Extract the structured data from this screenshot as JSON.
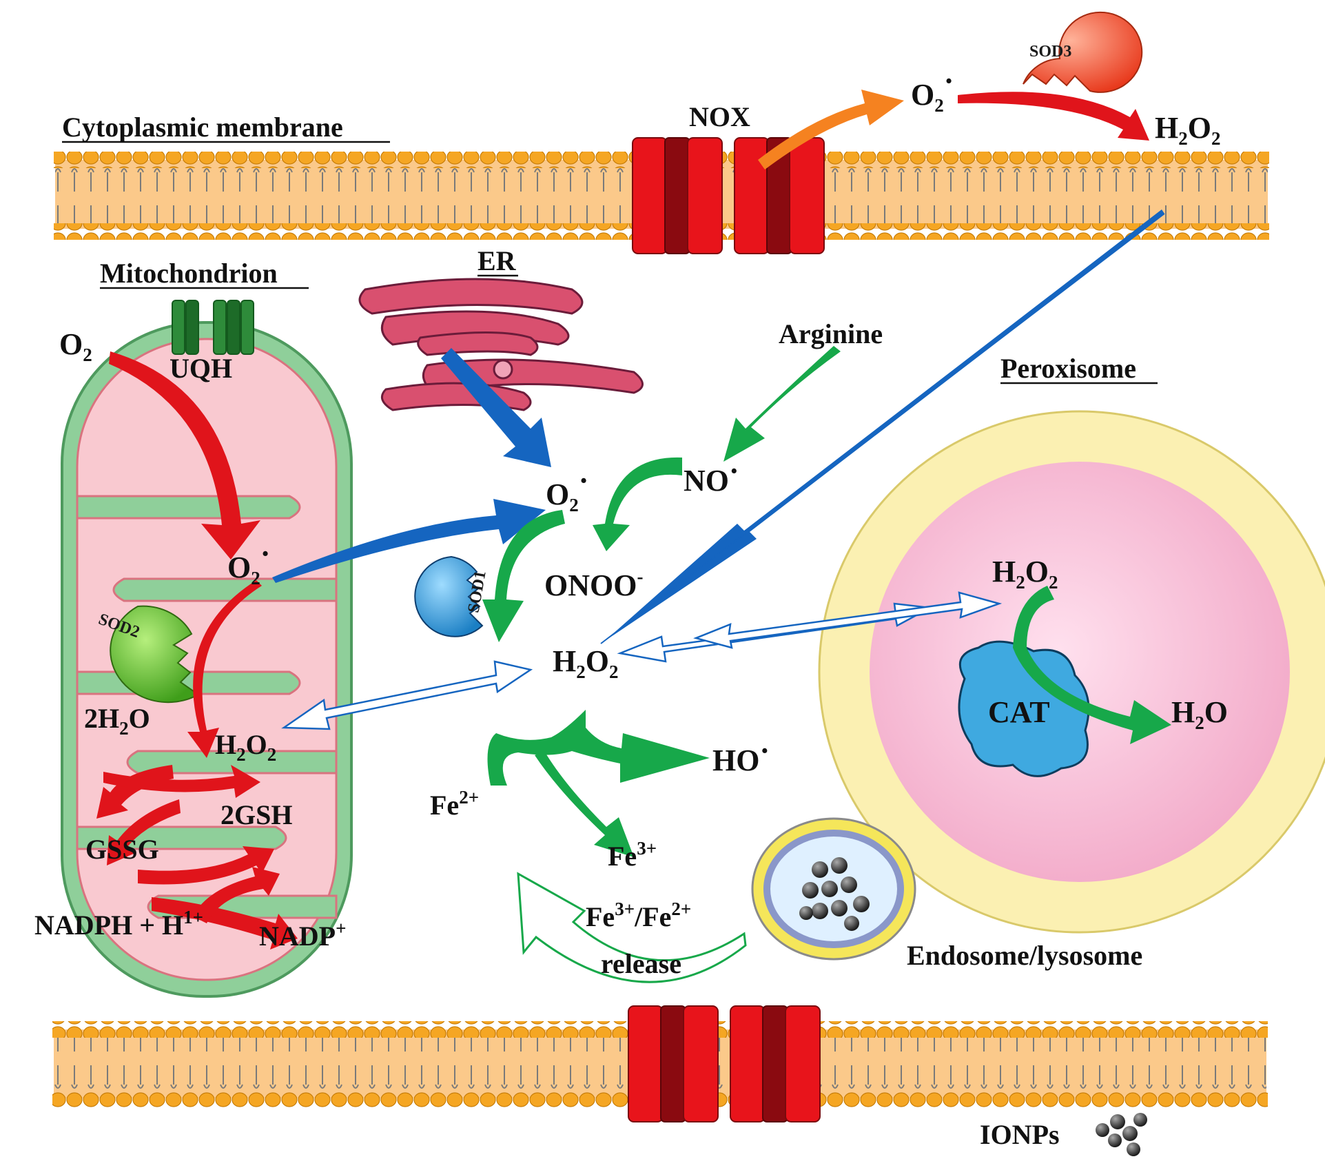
{
  "labels": {
    "cytoplasmic_membrane": "Cytoplasmic membrane",
    "nox": "NOX",
    "sod3": "SOD3",
    "mitochondrion": "Mitochondrion",
    "uqh": "UQH",
    "er": "ER",
    "arginine": "Arginine",
    "peroxisome": "Peroxisome",
    "sod1": "SOD1",
    "sod2": "SOD2",
    "onoo": "ONOO",
    "onoo_sup": "-",
    "no": "NO",
    "cat": "CAT",
    "ho": "HO",
    "fe": "Fe",
    "fe2_sup": "2+",
    "fe3_sup": "3+",
    "fe_release_sup1": "3+",
    "fe_release_slash": "/Fe",
    "fe_release_sup2": "2+",
    "release": "release",
    "endosome": "Endosome/lysosome",
    "ionps": "IONPs",
    "two_h2o": "2H",
    "two_gsh": "2GSH",
    "gssg": "GSSG",
    "nadph": "NADPH + H",
    "nadph_sup": "1+",
    "nadp": "NADP",
    "nadp_sup": "+",
    "o": "O",
    "h": "H",
    "two": "2",
    "radical_dot": "·"
  },
  "colors": {
    "membrane_fill": "#fbc98a",
    "lipid_head": "#f5a623",
    "channel_red": "#e8141b",
    "channel_dark": "#8a0a10",
    "arrow_red": "#e0141b",
    "arrow_blue": "#1565c0",
    "arrow_green": "#17a84a",
    "arrow_orange": "#f58220",
    "mito_outer": "#8fcf9a",
    "mito_inner": "#f9c9d0",
    "peroxisome_outer": "#fbf0b2",
    "peroxisome_inner": "#f6b8d2",
    "cat_fill": "#3fa9e0",
    "sod1_fill": "#29a3e0",
    "sod2_fill": "#6cc437",
    "sod3_fill": "#f2593a"
  }
}
